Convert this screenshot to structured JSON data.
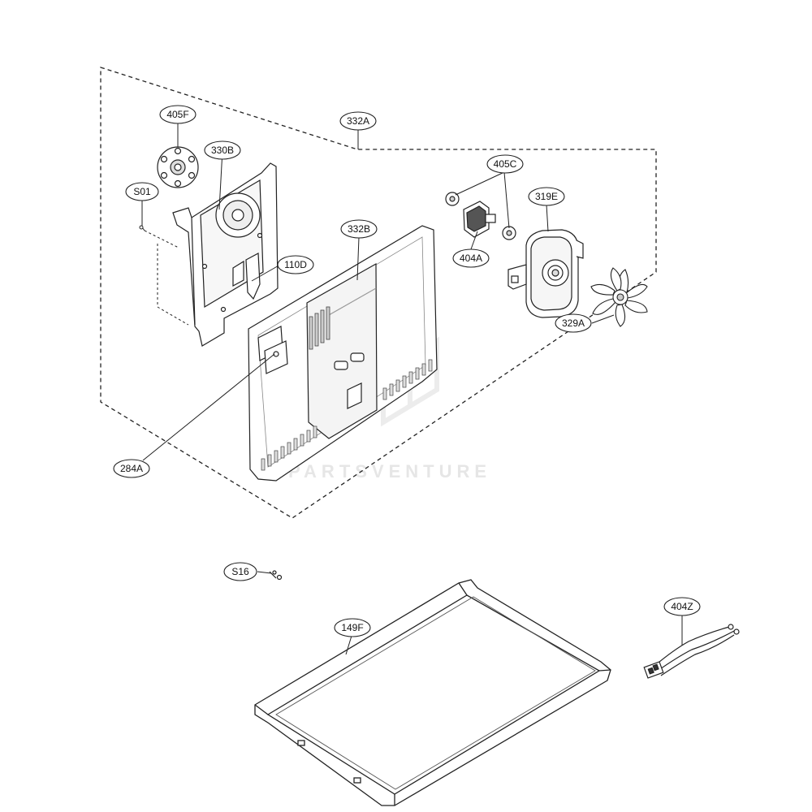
{
  "diagram": {
    "watermark": "PARTSVENTURE",
    "callouts": [
      {
        "id": "405F",
        "label": "405F"
      },
      {
        "id": "330B",
        "label": "330B"
      },
      {
        "id": "S01",
        "label": "S01"
      },
      {
        "id": "332A",
        "label": "332A"
      },
      {
        "id": "110D",
        "label": "110D"
      },
      {
        "id": "332B",
        "label": "332B"
      },
      {
        "id": "405C",
        "label": "405C"
      },
      {
        "id": "319E",
        "label": "319E"
      },
      {
        "id": "404A",
        "label": "404A"
      },
      {
        "id": "329A",
        "label": "329A"
      },
      {
        "id": "284A",
        "label": "284A"
      },
      {
        "id": "S16",
        "label": "S16"
      },
      {
        "id": "149F",
        "label": "149F"
      },
      {
        "id": "404Z",
        "label": "404Z"
      }
    ]
  }
}
